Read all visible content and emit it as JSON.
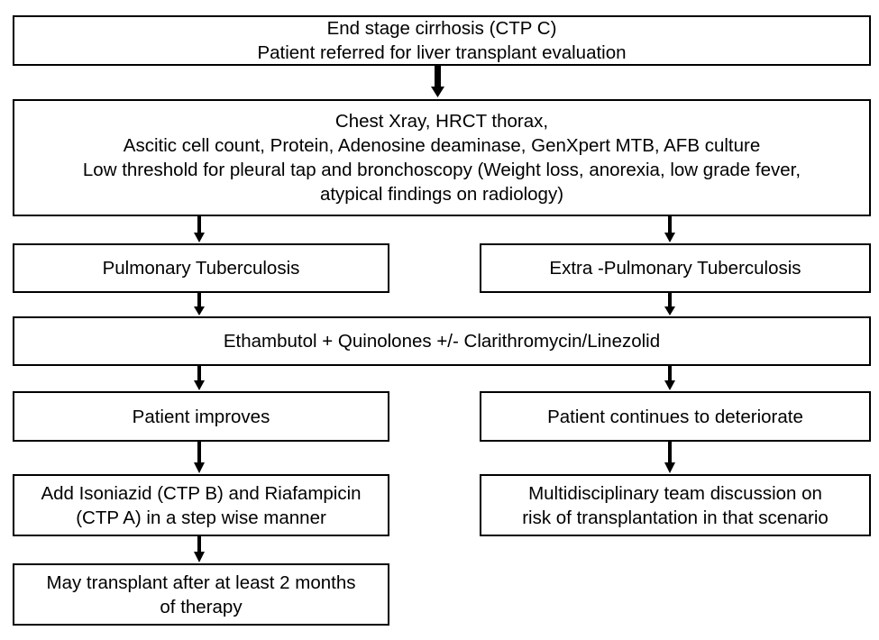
{
  "flowchart": {
    "box1": {
      "lines": [
        "End stage cirrhosis (CTP C)",
        "Patient referred for liver transplant evaluation"
      ]
    },
    "box2": {
      "lines": [
        "Chest Xray, HRCT thorax,",
        "Ascitic cell count, Protein, Adenosine deaminase, GenXpert MTB, AFB culture",
        "Low threshold for pleural tap and bronchoscopy (Weight loss, anorexia, low grade fever,",
        "atypical findings on radiology)"
      ]
    },
    "box3": {
      "lines": [
        "Pulmonary Tuberculosis"
      ]
    },
    "box4": {
      "lines": [
        "Extra -Pulmonary Tuberculosis"
      ]
    },
    "box5": {
      "lines": [
        "Ethambutol + Quinolones +/- Clarithromycin/Linezolid"
      ]
    },
    "box6": {
      "lines": [
        "Patient improves"
      ]
    },
    "box7": {
      "lines": [
        "Patient continues to deteriorate"
      ]
    },
    "box8": {
      "lines": [
        "Add Isoniazid (CTP B) and Riafampicin",
        "(CTP A) in a step wise manner"
      ]
    },
    "box9": {
      "lines": [
        "Multidisciplinary team discussion on",
        "risk of transplantation in that scenario"
      ]
    },
    "box10": {
      "lines": [
        "May transplant after at least 2 months",
        "of therapy"
      ]
    }
  },
  "colors": {
    "stroke": "#000000",
    "background": "#ffffff",
    "text": "#000000"
  }
}
